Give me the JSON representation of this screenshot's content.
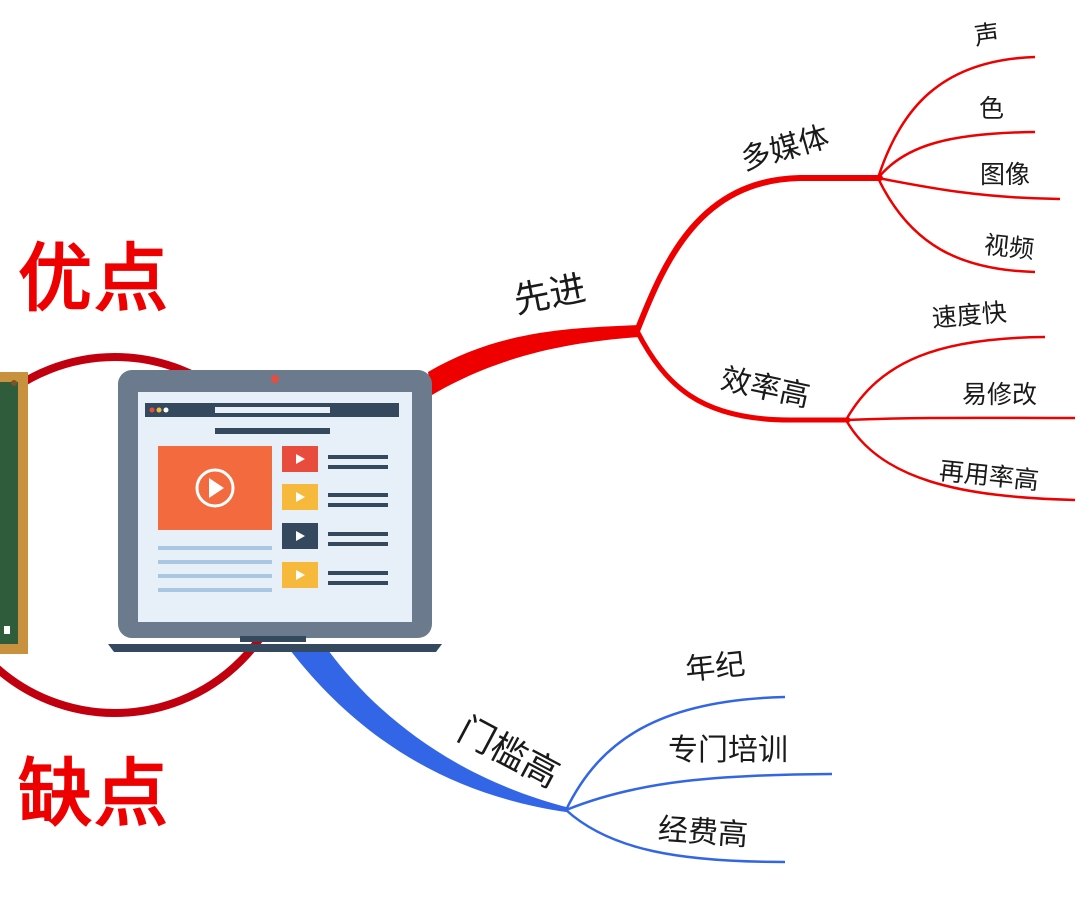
{
  "labels": {
    "advantages": "优点",
    "disadvantages": "缺点"
  },
  "branches": {
    "advanced": {
      "label": "先进",
      "multimedia": {
        "label": "多媒体",
        "items": [
          "声",
          "色",
          "图像",
          "视频"
        ]
      },
      "efficiency": {
        "label": "效率高",
        "items": [
          "速度快",
          "易修改",
          "再用率高"
        ]
      }
    },
    "threshold": {
      "label": "门槛高",
      "items": [
        "年纪",
        "专门培训",
        "经费高"
      ]
    }
  },
  "colors": {
    "advantage": "#ee0000",
    "disadvantage": "#3366e6",
    "laptop_frame": "#6b7a8c",
    "laptop_screen": "#e7f0f8",
    "video_tile": "#f26a3d",
    "yellow_tile": "#f6b93b",
    "dark_tile": "#34495e",
    "chalkboard": "#2f5d3c"
  },
  "icons": {
    "laptop": "laptop-video-icon",
    "play": "play-icon",
    "chalkboard": "chalkboard-icon"
  }
}
